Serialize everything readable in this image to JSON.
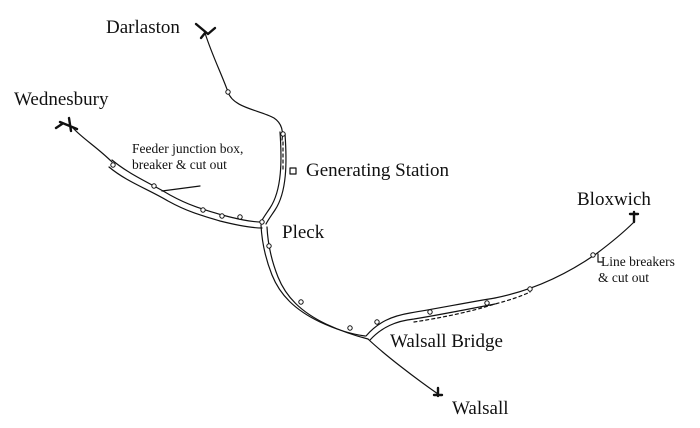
{
  "places": {
    "darlaston": "Darlaston",
    "wednesbury": "Wednesbury",
    "generating_station": "Generating Station",
    "pleck": "Pleck",
    "bloxwich": "Bloxwich",
    "walsall_bridge": "Walsall Bridge",
    "walsall": "Walsall"
  },
  "notes": {
    "feeder_line1": "Feeder junction box,",
    "feeder_line2": "breaker & cut out",
    "line_breakers_line1": "Line breakers",
    "line_breakers_line2": "& cut out"
  },
  "colors": {
    "line": "#111111",
    "background": "#ffffff"
  }
}
